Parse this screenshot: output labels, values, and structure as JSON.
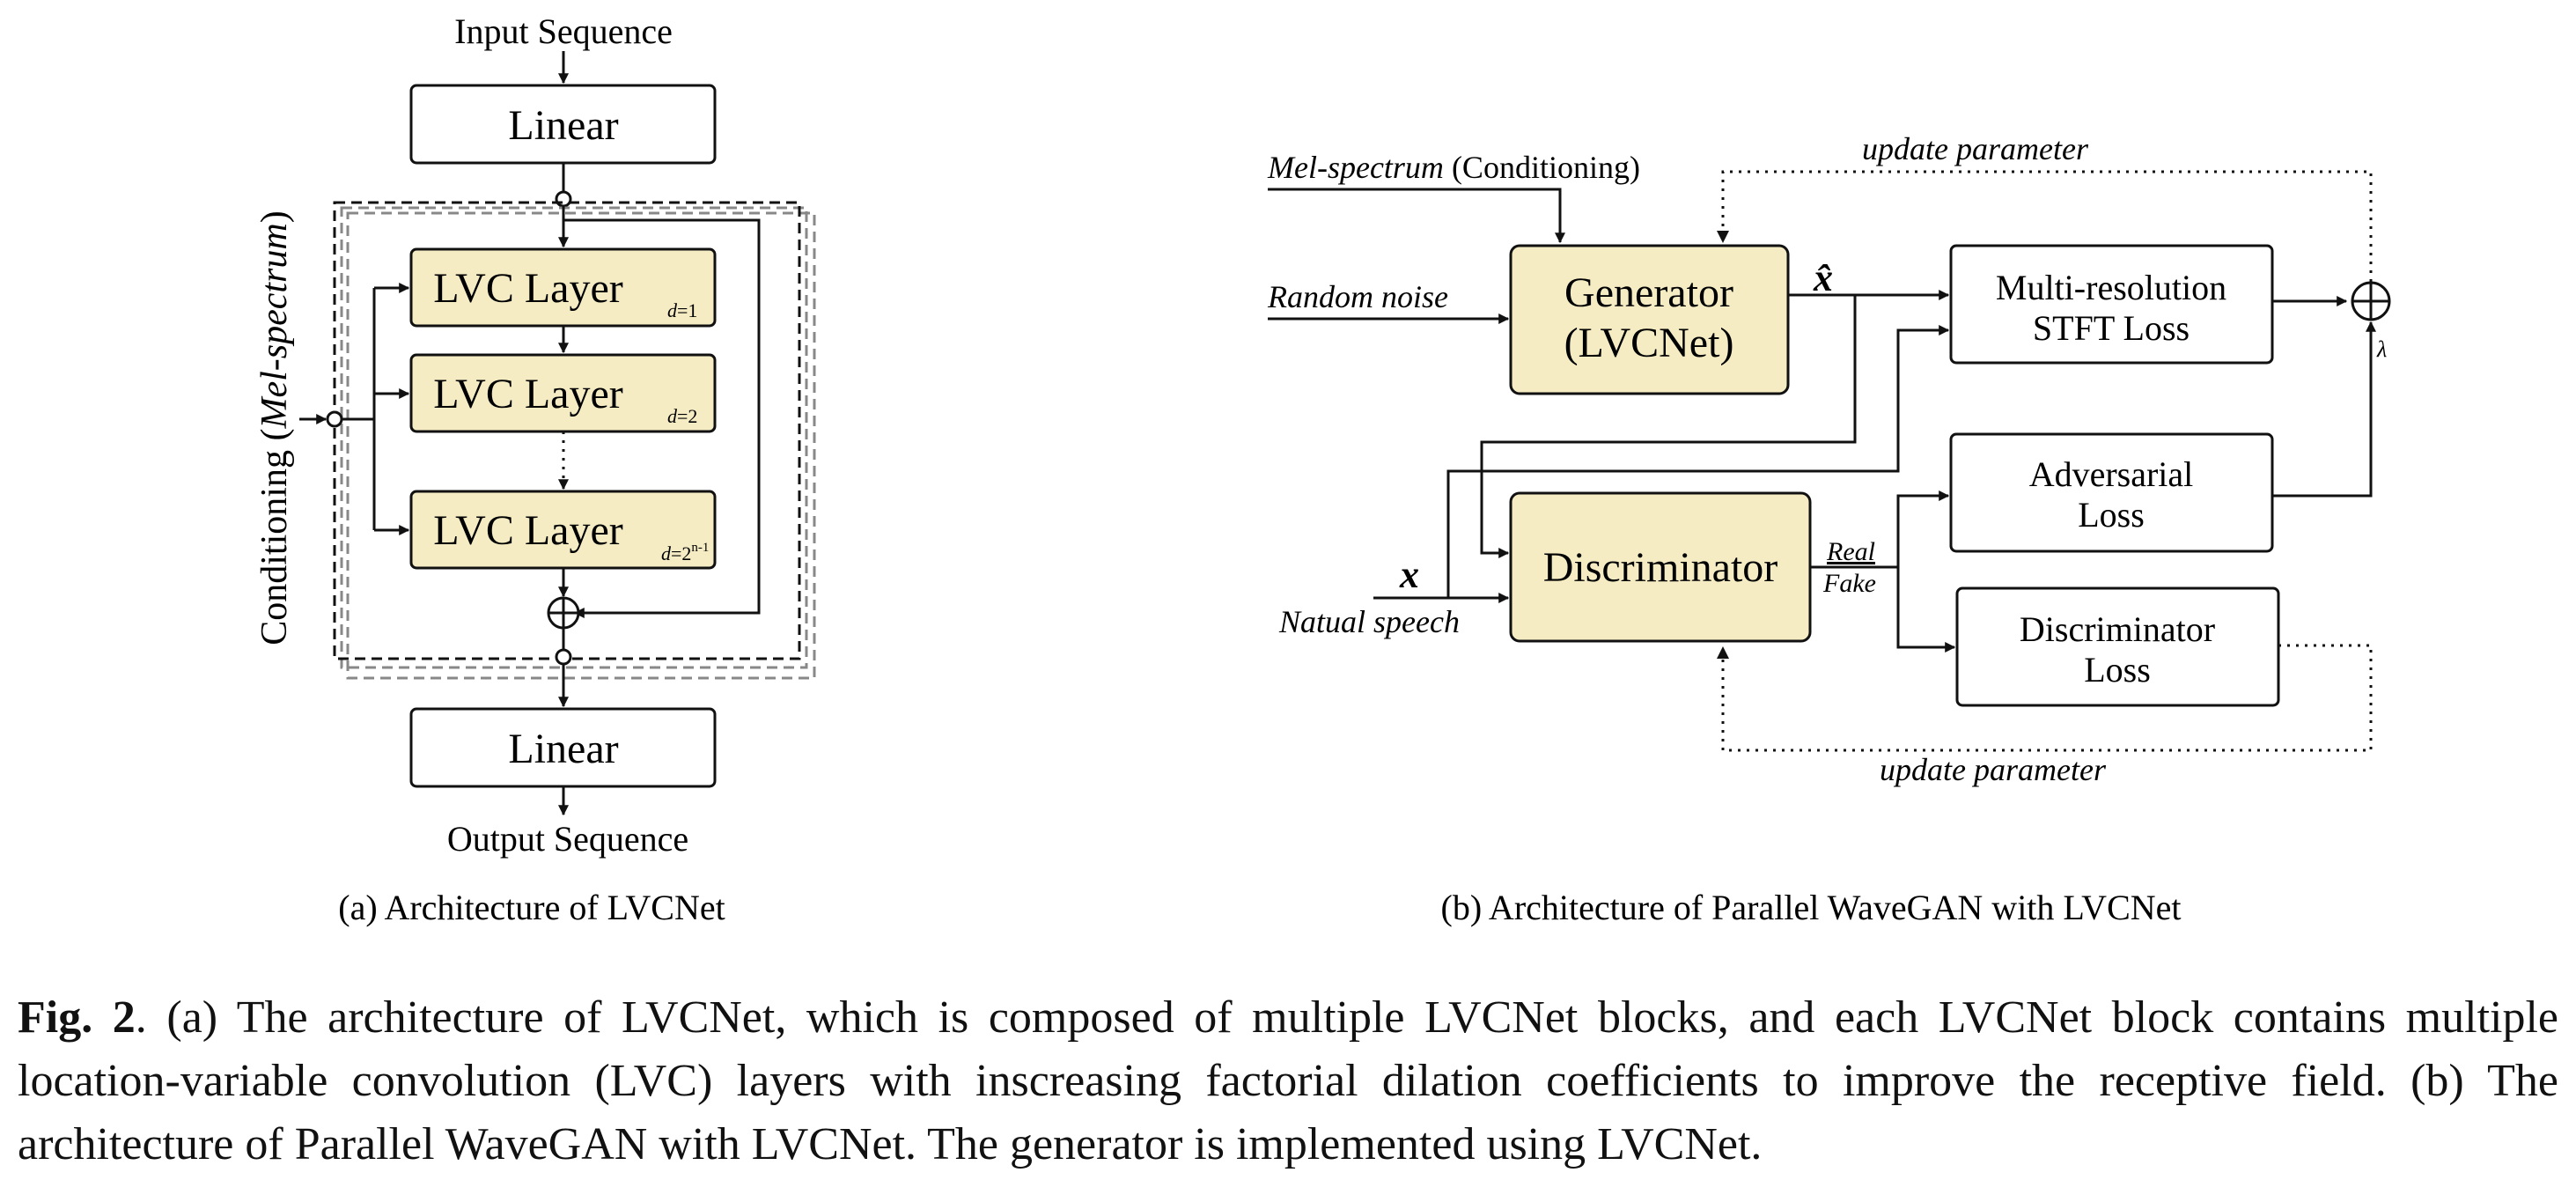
{
  "panel_a": {
    "input_label": "Input Sequence",
    "output_label": "Output Sequence",
    "linear_top": "Linear",
    "linear_bottom": "Linear",
    "conditioning_prefix": "Conditioning (",
    "conditioning_italic": "Mel-spectrum",
    "conditioning_suffix": ")",
    "layers": [
      {
        "label": "LVC Layer",
        "sub_var": "d",
        "sub_rest": "=1",
        "sup": ""
      },
      {
        "label": "LVC Layer",
        "sub_var": "d",
        "sub_rest": "=2",
        "sup": ""
      },
      {
        "label": "LVC Layer",
        "sub_var": "d",
        "sub_rest": "=2",
        "sup": "n-1"
      }
    ],
    "caption": "(a)  Architecture of LVCNet"
  },
  "panel_b": {
    "mel_italic": "Mel-spectrum",
    "mel_rest": " (Conditioning)",
    "random_noise": "Random noise",
    "x_symbol": "x",
    "x_hat_symbol": "x̂",
    "natual_speech": "Natual speech",
    "generator": [
      "Generator",
      "(LVCNet)"
    ],
    "discriminator": "Discriminator",
    "stft_loss": [
      "Multi-resolution",
      "STFT Loss"
    ],
    "adv_loss": [
      "Adversarial",
      "Loss"
    ],
    "disc_loss": [
      "Discriminator",
      "Loss"
    ],
    "real": "Real",
    "fake": "Fake",
    "lambda": "λ",
    "update_top": "update parameter",
    "update_bottom": "update parameter",
    "caption": "(b)  Architecture of Parallel WaveGAN with LVCNet"
  },
  "caption": {
    "label": "Fig. 2",
    "text": ".    (a) The architecture of LVCNet, which is composed of multiple LVCNet blocks, and each LVCNet block contains multiple location-variable convolution (LVC) layers with inscreasing factorial dilation coefficients to improve the receptive field. (b) The architecture of Parallel WaveGAN with LVCNet. The generator is implemented using LVCNet."
  },
  "colors": {
    "block_fill": "#f5ecc4",
    "line": "#111111"
  }
}
